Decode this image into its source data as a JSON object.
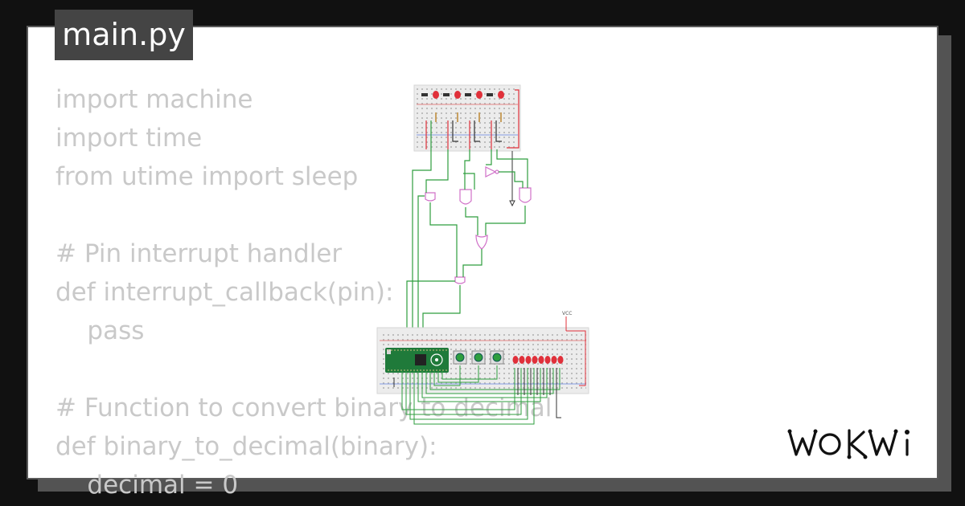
{
  "file_tab": {
    "label": "main.py"
  },
  "code_lines": [
    "import machine",
    "import time",
    "from utime import sleep",
    "",
    "# Pin interrupt handler",
    "def interrupt_callback(pin):",
    "    pass",
    "",
    "# Function to convert binary to decimal",
    "def binary_to_decimal(binary):",
    "    decimal = 0"
  ],
  "circuit": {
    "label_vcc": "VCC"
  },
  "brand": {
    "name": "WOKWI"
  },
  "colors": {
    "page_bg": "#111111",
    "card_bg": "#ffffff",
    "tab_bg": "#444444",
    "code_text": "#c9c9c9",
    "wire_green": "#2e9e3e",
    "wire_red": "#e0303a",
    "board_green": "#1f7a3a",
    "gate_pink": "#d070c8"
  }
}
